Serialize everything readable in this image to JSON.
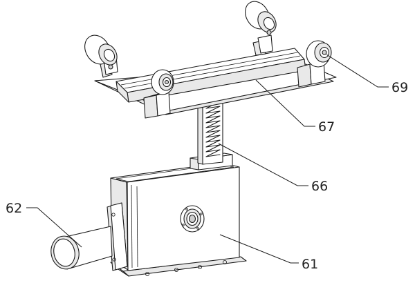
{
  "labels": {
    "roller": "69",
    "rail": "67",
    "rack": "66",
    "gearbox": "61",
    "motor": "62"
  }
}
